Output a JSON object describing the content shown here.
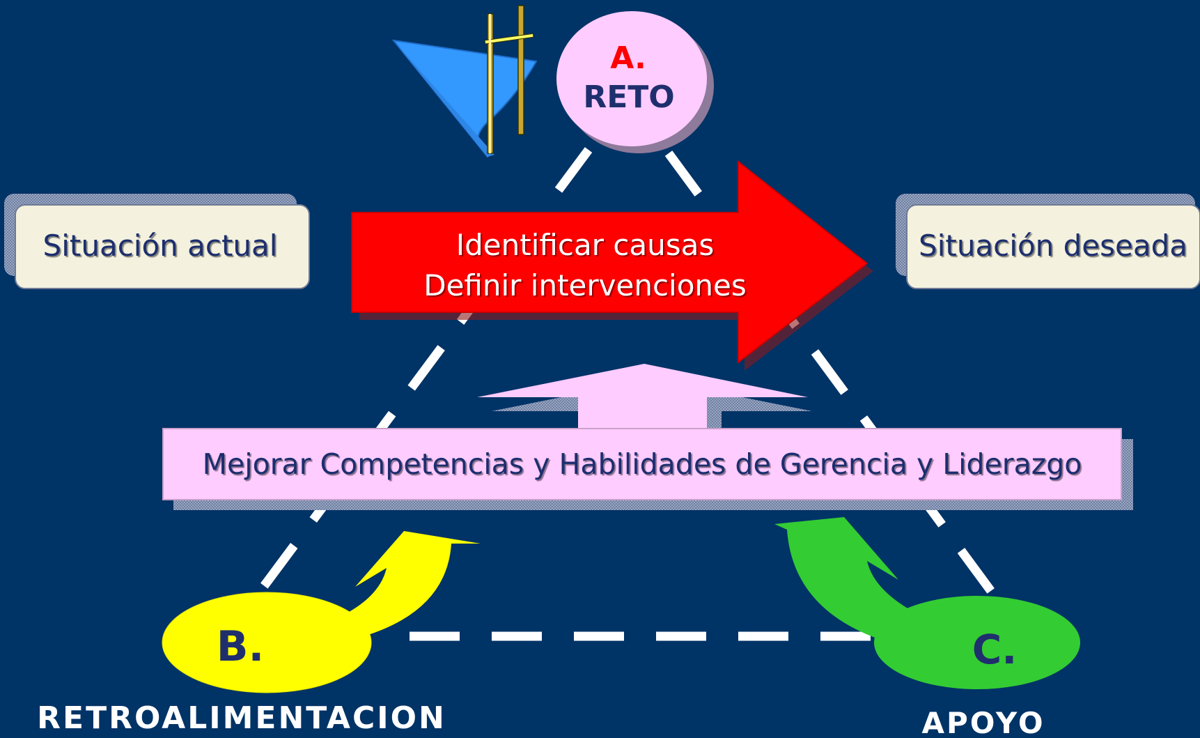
{
  "colors": {
    "background": "#003366",
    "reto_ellipse": "#FFCCFF",
    "reto_letter": "#FF0000",
    "reto_word": "#1F2F6E",
    "main_arrow": "#FF0000",
    "pink_box": "#FFCCFF",
    "cream_box": "#F4F2DE",
    "yellow": "#FFFF00",
    "green": "#33CC33",
    "dashes": "#FFFFFF"
  },
  "node_a": {
    "letter": "A.",
    "label": "RETO"
  },
  "node_b": {
    "letter": "B.",
    "label": "RETROALIMENTACION"
  },
  "node_c": {
    "letter": "C.",
    "label": "APOYO"
  },
  "current_state": {
    "label": "Situación actual"
  },
  "desired_state": {
    "label": "Situación deseada"
  },
  "main_arrow": {
    "line1": "Identificar causas",
    "line2": "Definir intervenciones"
  },
  "improve_box": {
    "label": "Mejorar Competencias y Habilidades de Gerencia y Liderazgo"
  },
  "icons": {
    "reto": "high-jump-icon",
    "feedback": "curved-arrow-icon",
    "support": "curved-arrow-icon"
  }
}
